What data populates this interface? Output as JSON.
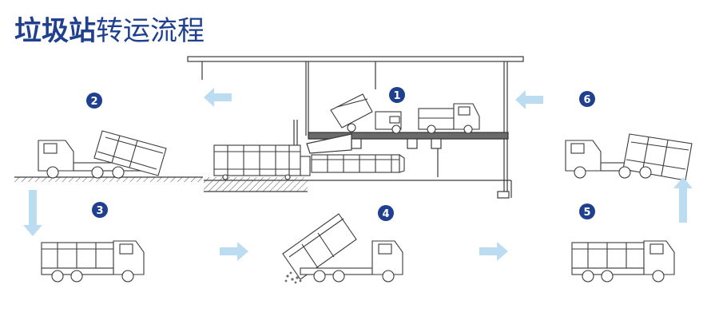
{
  "title": {
    "bold": "垃圾站",
    "regular": "转运流程"
  },
  "colors": {
    "title": "#1f3f8f",
    "badge": "#1f3f8f",
    "arrow": "#bcdcf2",
    "line": "#3a3a3a"
  },
  "steps": [
    {
      "label": "1",
      "icon": "number-badge"
    },
    {
      "label": "2",
      "icon": "number-badge"
    },
    {
      "label": "3",
      "icon": "number-badge"
    },
    {
      "label": "4",
      "icon": "number-badge"
    },
    {
      "label": "5",
      "icon": "number-badge"
    },
    {
      "label": "6",
      "icon": "number-badge"
    }
  ]
}
